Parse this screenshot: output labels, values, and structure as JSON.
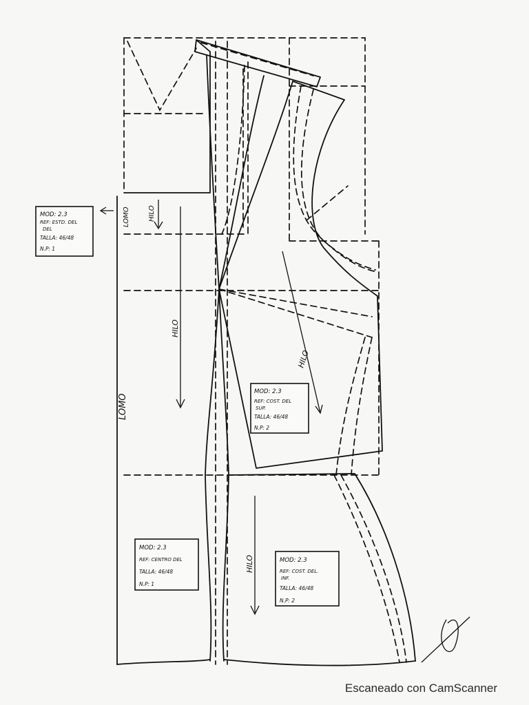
{
  "labels": {
    "lomo_small": "LOMO",
    "lomo_large": "LOMO",
    "hilo": "HILO"
  },
  "piece_labels": [
    {
      "mod": "MOD: 2.3",
      "ref": "REF: ESTD. DEL",
      "ref2": "DEL",
      "talla": "TALLA: 46/48",
      "np": "N.P: 1"
    },
    {
      "mod": "MOD: 2.3",
      "ref": "REF: COST. DEL",
      "ref2": "SUP.",
      "talla": "TALLA: 46/48",
      "np": "N.P: 2"
    },
    {
      "mod": "MOD: 2.3",
      "ref": "REF: CENTRO DEL",
      "talla": "TALLA: 46/48",
      "np": "N.P: 1"
    },
    {
      "mod": "MOD: 2.3",
      "ref": "REF: COST. DEL.",
      "ref2": "INF.",
      "talla": "TALLA: 46/48",
      "np": "N.P: 2"
    }
  ],
  "signature": "signature",
  "watermark": "Escaneado con CamScanner"
}
